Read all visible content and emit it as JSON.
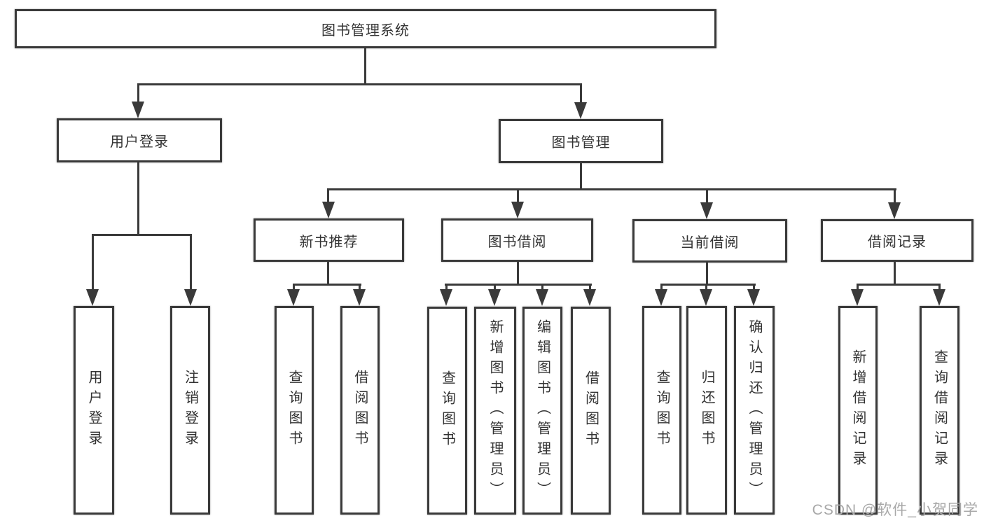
{
  "tree": {
    "root": {
      "label": "图书管理系统"
    },
    "children": [
      {
        "label": "用户登录",
        "children": [
          {
            "label": "用户登录"
          },
          {
            "label": "注销登录"
          }
        ]
      },
      {
        "label": "图书管理",
        "children": [
          {
            "label": "新书推荐",
            "children": [
              {
                "label": "查询图书"
              },
              {
                "label": "借阅图书"
              }
            ]
          },
          {
            "label": "图书借阅",
            "children": [
              {
                "label": "查询图书"
              },
              {
                "label": "新增图书（管理员）"
              },
              {
                "label": "编辑图书（管理员）"
              },
              {
                "label": "借阅图书"
              }
            ]
          },
          {
            "label": "当前借阅",
            "children": [
              {
                "label": "查询图书"
              },
              {
                "label": "归还图书"
              },
              {
                "label": "确认归还（管理员）"
              }
            ]
          },
          {
            "label": "借阅记录",
            "children": [
              {
                "label": "新增借阅记录"
              },
              {
                "label": "查询借阅记录"
              }
            ]
          }
        ]
      }
    ]
  },
  "watermark": "CSDN @软件_小贺同学",
  "colors": {
    "line": "#3a3a3a",
    "text": "#333333",
    "watermark": "#a8a8a8",
    "node_fill": "#ffffff",
    "background": "#ffffff"
  }
}
